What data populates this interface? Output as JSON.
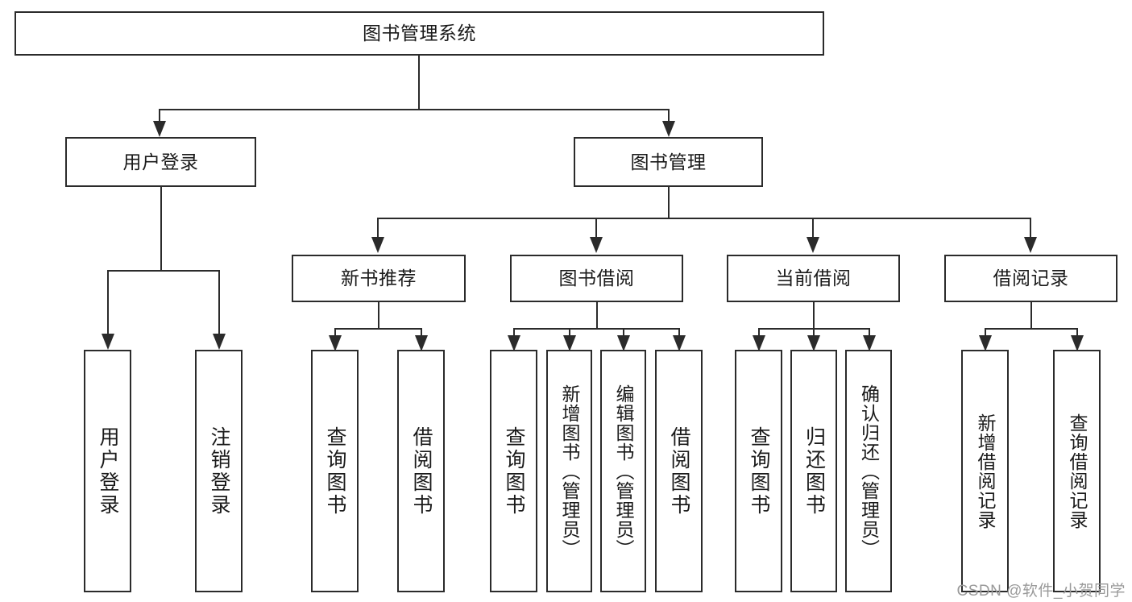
{
  "diagram": {
    "type": "tree-hierarchy",
    "title": "图书管理系统",
    "root": {
      "id": "root",
      "label": "图书管理系统"
    },
    "level1": [
      {
        "id": "user-login",
        "label": "用户登录"
      },
      {
        "id": "book-manage",
        "label": "图书管理"
      }
    ],
    "level2": [
      {
        "id": "new-book-rec",
        "label": "新书推荐",
        "parent": "book-manage"
      },
      {
        "id": "book-borrow",
        "label": "图书借阅",
        "parent": "book-manage"
      },
      {
        "id": "current-borrow",
        "label": "当前借阅",
        "parent": "book-manage"
      },
      {
        "id": "borrow-record",
        "label": "借阅记录",
        "parent": "book-manage"
      }
    ],
    "leaves": [
      {
        "id": "leaf-user-login",
        "label": "用户登录",
        "parent": "user-login"
      },
      {
        "id": "leaf-logout",
        "label": "注销登录",
        "parent": "user-login"
      },
      {
        "id": "leaf-query-book-1",
        "label": "查询图书",
        "parent": "new-book-rec"
      },
      {
        "id": "leaf-borrow-book-1",
        "label": "借阅图书",
        "parent": "new-book-rec"
      },
      {
        "id": "leaf-query-book-2",
        "label": "查询图书",
        "parent": "book-borrow"
      },
      {
        "id": "leaf-add-book",
        "label": "新增图书（管理员）",
        "parent": "book-borrow"
      },
      {
        "id": "leaf-edit-book",
        "label": "编辑图书（管理员）",
        "parent": "book-borrow"
      },
      {
        "id": "leaf-borrow-book-2",
        "label": "借阅图书",
        "parent": "book-borrow"
      },
      {
        "id": "leaf-query-book-3",
        "label": "查询图书",
        "parent": "current-borrow"
      },
      {
        "id": "leaf-return-book",
        "label": "归还图书",
        "parent": "current-borrow"
      },
      {
        "id": "leaf-confirm-return",
        "label": "确认归还（管理员）",
        "parent": "current-borrow"
      },
      {
        "id": "leaf-add-record",
        "label": "新增借阅记录",
        "parent": "borrow-record"
      },
      {
        "id": "leaf-query-record",
        "label": "查询借阅记录",
        "parent": "borrow-record"
      }
    ],
    "colors": {
      "stroke": "#2b2b2b",
      "fill": "#ffffff",
      "text": "#1a1a1a",
      "watermark": "#9a9a9a"
    }
  },
  "watermark": {
    "text": "CSDN @软件_小贺同学"
  }
}
